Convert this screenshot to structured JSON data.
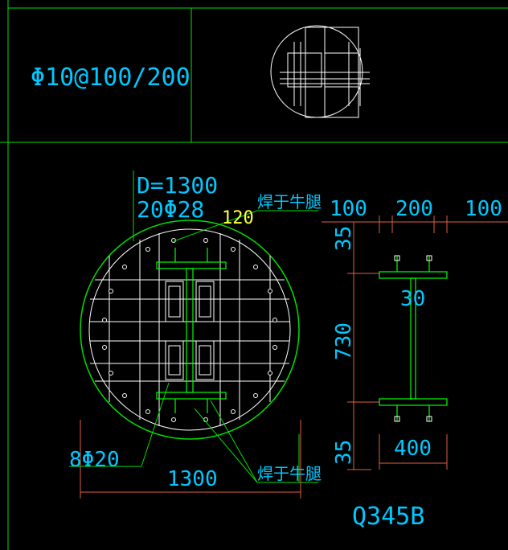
{
  "title_block": {
    "stirrup_text": "Φ10@100/200"
  },
  "column": {
    "diameter_text": "D=1300",
    "main_bars_text": "20Φ28",
    "weld_note_top": "焊于牛腿",
    "weld_note_bottom": "焊于牛腿",
    "spacing_text": "120",
    "extra_bars_text": "8Φ20",
    "width_dim": "1300"
  },
  "section": {
    "top_dims": [
      "100",
      "200",
      "100"
    ],
    "web_dim": "30",
    "vert_dims": [
      "35",
      "730",
      "35"
    ],
    "flange_dim": "400",
    "steel_grade": "Q345B"
  },
  "colors": {
    "frame": "#00e000",
    "text": "#00c8ff",
    "dim": "#e06040",
    "yellow": "#ffff40",
    "white": "#ffffff",
    "green": "#00ff00"
  }
}
